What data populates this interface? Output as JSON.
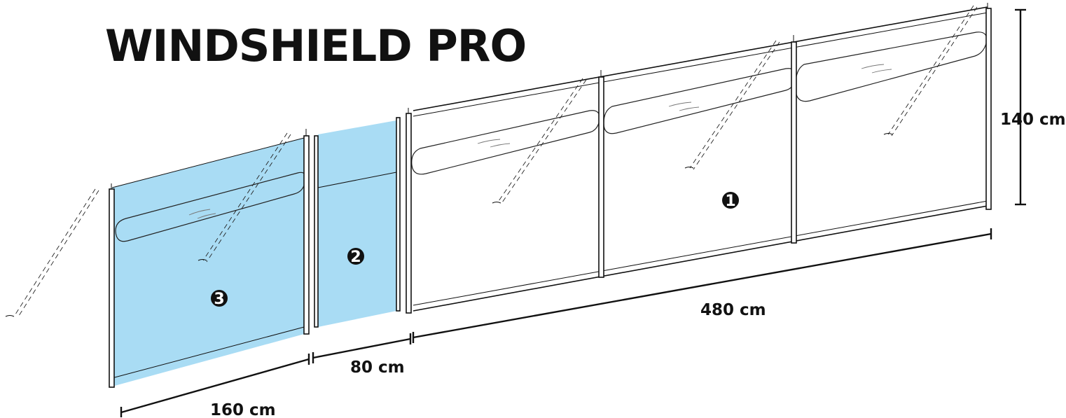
{
  "title": "WINDSHIELD PRO",
  "dimensions": {
    "height": "140 cm",
    "main_length": "480 cm",
    "middle_length": "80 cm",
    "left_length": "160 cm"
  },
  "markers": {
    "one": "1",
    "two": "2",
    "three": "3"
  },
  "colors": {
    "highlight_fill": "#a9dcf4",
    "line": "#111111"
  }
}
